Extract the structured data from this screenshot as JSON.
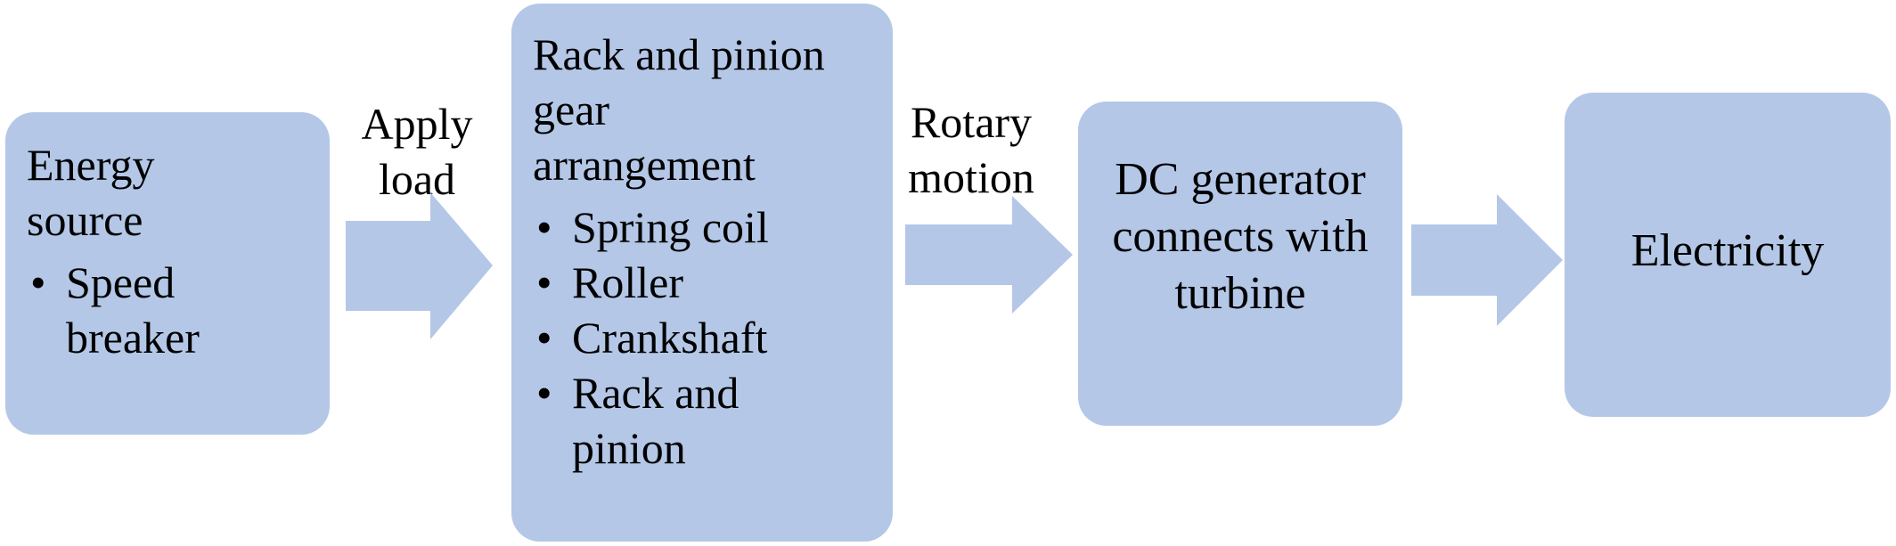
{
  "boxes": {
    "energy": {
      "title": "Energy source",
      "bullets": [
        "Speed breaker"
      ]
    },
    "rack": {
      "title": "Rack and pinion gear arrangement",
      "bullets": [
        "Spring coil",
        "Roller",
        "Crankshaft",
        "Rack and pinion"
      ]
    },
    "dc": {
      "title": "DC generator connects with turbine"
    },
    "electricity": {
      "title": "Electricity"
    }
  },
  "arrows": {
    "apply_load": "Apply load",
    "rotary_motion": "Rotary motion"
  },
  "colors": {
    "box_fill": "#b4c7e7",
    "arrow_fill": "#b4c7e7",
    "text": "#000000"
  }
}
